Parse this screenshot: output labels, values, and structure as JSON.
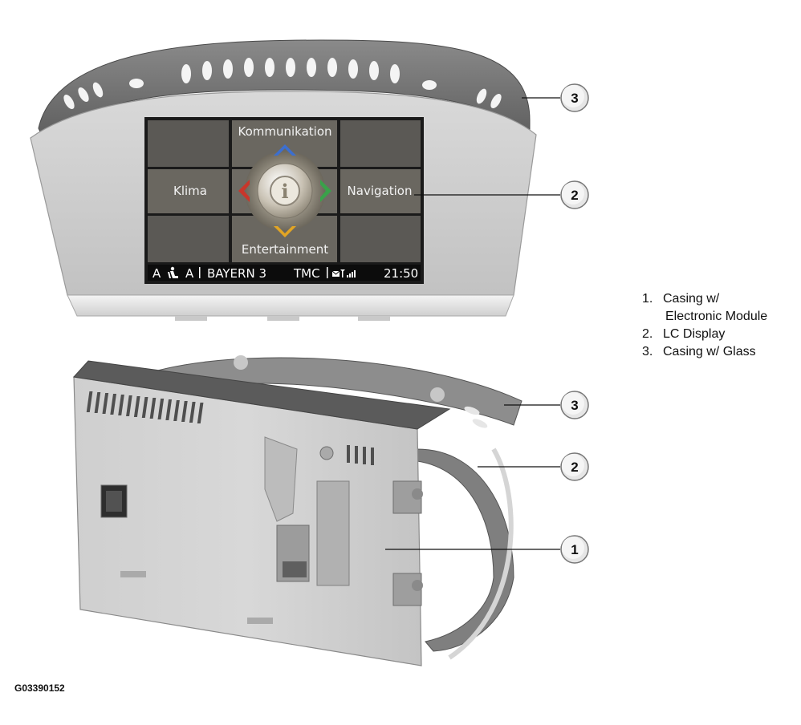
{
  "screen": {
    "top_label": "Kommunikation",
    "left_label": "Klima",
    "right_label": "Navigation",
    "bottom_label": "Entertainment",
    "center_icon": "info-icon",
    "status_bar": {
      "left_a": "A",
      "seat_icon": "seat-person-icon",
      "right_a": "A",
      "station": "BAYERN 3",
      "tmc": "TMC",
      "message_icon": "envelope-icon",
      "signal_icon": "signal-bars-icon",
      "time": "21:50"
    }
  },
  "callouts": {
    "top_view": [
      "3",
      "2"
    ],
    "rear_view": [
      "3",
      "2",
      "1"
    ]
  },
  "legend": [
    {
      "num": "1.",
      "lines": [
        "Casing w/",
        "Electronic Module"
      ]
    },
    {
      "num": "2.",
      "lines": [
        "LC Display"
      ]
    },
    {
      "num": "3.",
      "lines": [
        "Casing w/ Glass"
      ]
    }
  ],
  "figure_id": "G03390152",
  "colors": {
    "arrow_up": "#3c6fcf",
    "arrow_left": "#c8362b",
    "arrow_right": "#3aa14a",
    "arrow_down": "#e2a524"
  }
}
